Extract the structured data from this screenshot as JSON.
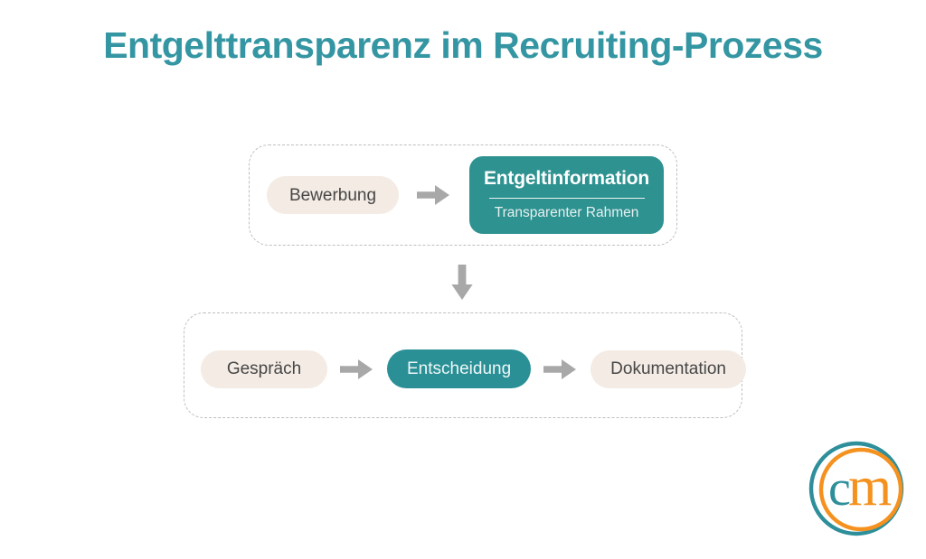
{
  "page": {
    "title": "Entgelttransparenz im Recruiting-Prozess",
    "background_color": "#ffffff"
  },
  "colors": {
    "title_teal": "#3596a3",
    "card_teal": "#2e9290",
    "pill_teal": "#2a9096",
    "pill_cream": "#f3ebe4",
    "text_dark": "#474747",
    "arrow_gray": "#a8a8a8",
    "dashed_border": "#c0bfbe",
    "logo_teal": "#2e8f9b",
    "logo_orange": "#f5911e"
  },
  "diagram": {
    "type": "process-flow",
    "groups": [
      {
        "id": "group-top",
        "steps": [
          {
            "id": "bewerbung",
            "label": "Bewerbung",
            "style": "cream-pill"
          },
          {
            "id": "arrow-1",
            "label": "arrow-right-icon",
            "style": "arrow"
          },
          {
            "id": "entgeltinformation",
            "label": "Entgeltinformation",
            "sublabel": "Transparenter Rahmen",
            "style": "teal-card"
          }
        ]
      },
      {
        "id": "connector",
        "steps": [
          {
            "id": "arrow-down",
            "label": "arrow-down-icon",
            "style": "arrow"
          }
        ]
      },
      {
        "id": "group-bottom",
        "steps": [
          {
            "id": "gespraech",
            "label": "Gespräch",
            "style": "cream-pill"
          },
          {
            "id": "arrow-2",
            "label": "arrow-right-icon",
            "style": "arrow"
          },
          {
            "id": "entscheidung",
            "label": "Entscheidung",
            "style": "teal-pill"
          },
          {
            "id": "arrow-3",
            "label": "arrow-right-icon",
            "style": "arrow"
          },
          {
            "id": "dokumentation",
            "label": "Dokumentation",
            "style": "cream-pill"
          }
        ]
      }
    ]
  },
  "logo": {
    "name": "cm-logo",
    "letter_c": "c",
    "letter_m": "m"
  }
}
